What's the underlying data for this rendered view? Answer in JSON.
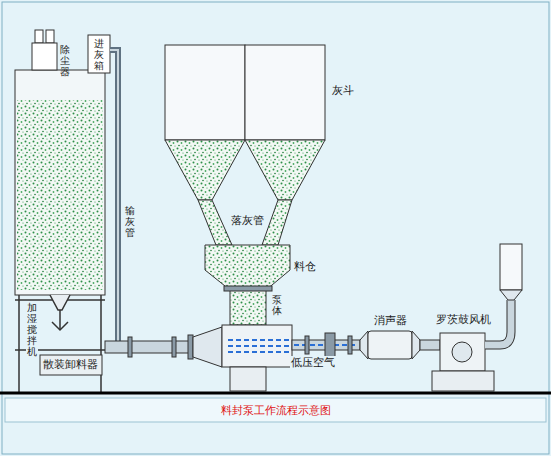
{
  "diagram": {
    "caption": "料封泵工作流程示意图",
    "labels": [
      "除尘器",
      "进灰箱",
      "灰斗",
      "落灰管",
      "输灰管",
      "料仓",
      "泵体",
      "加湿搅拌机",
      "消声器",
      "罗茨鼓风机",
      "低压空气",
      "散装卸料器"
    ]
  }
}
